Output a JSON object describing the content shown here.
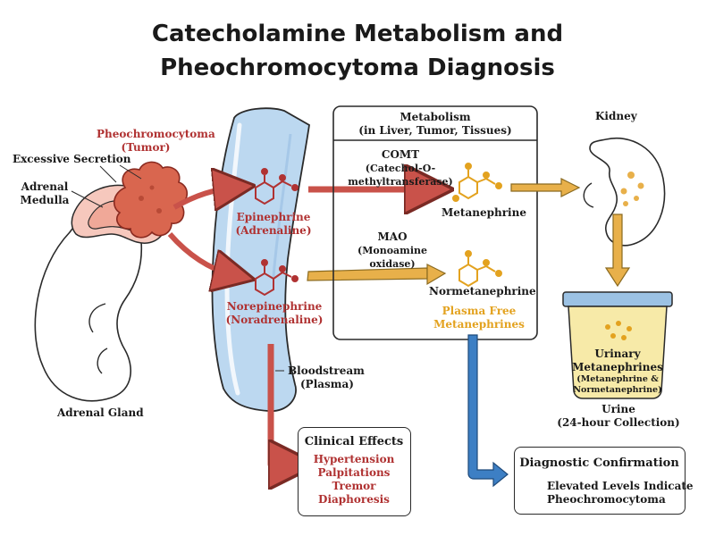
{
  "title": {
    "line1": "Catecholamine Metabolism and",
    "line2": "Pheochromocytoma Diagnosis"
  },
  "adrenal": {
    "tumor_line1": "Pheochromocytoma",
    "tumor_line2": "(Tumor)",
    "excessive_secretion": "Excessive Secretion",
    "medulla_line1": "Adrenal",
    "medulla_line2": "Medulla",
    "gland": "Adrenal Gland"
  },
  "hormones": {
    "epi_line1": "Epinephrine",
    "epi_line2": "(Adrenaline)",
    "norepi_line1": "Norepinephrine",
    "norepi_line2": "(Noradrenaline)"
  },
  "bloodstream": {
    "line1": "Bloodstream",
    "line2": "(Plasma)"
  },
  "metabolism": {
    "title_line1": "Metabolism",
    "title_line2": "(in Liver, Tumor, Tissues)",
    "comt_name": "COMT",
    "comt_full_line1": "(Catechol-O-",
    "comt_full_line2": "methyltransferase)",
    "mao_name": "MAO",
    "mao_full_line1": "(Monoamine",
    "mao_full_line2": "oxidase)",
    "product1": "Metanephrine",
    "product2": "Normetanephrine",
    "plasma_line1": "Plasma Free",
    "plasma_line2": "Metanephrines"
  },
  "kidney": {
    "label": "Kidney"
  },
  "urine": {
    "cup_line1": "Urinary",
    "cup_line2": "Metanephrines",
    "cup_line3": "(Metanephrine &",
    "cup_line4": "Normetanephrine)",
    "caption_line1": "Urine",
    "caption_line2": "(24-hour Collection)"
  },
  "clinical": {
    "title": "Clinical Effects",
    "items": [
      "Hypertension",
      "Palpitations",
      "Tremor",
      "Diaphoresis"
    ]
  },
  "diagnostic": {
    "title": "Diagnostic Confirmation",
    "line1": "Elevated Levels Indicate",
    "line2": "Pheochromocytoma"
  },
  "colors": {
    "red_arrow": "#c9524a",
    "orange_arrow": "#e8b04a",
    "blue_arrow": "#3d7fc4",
    "vessel": "#bcd8f0",
    "tumor": "#d9664f",
    "text_red": "#b03232",
    "text_orange": "#e3a21f"
  }
}
